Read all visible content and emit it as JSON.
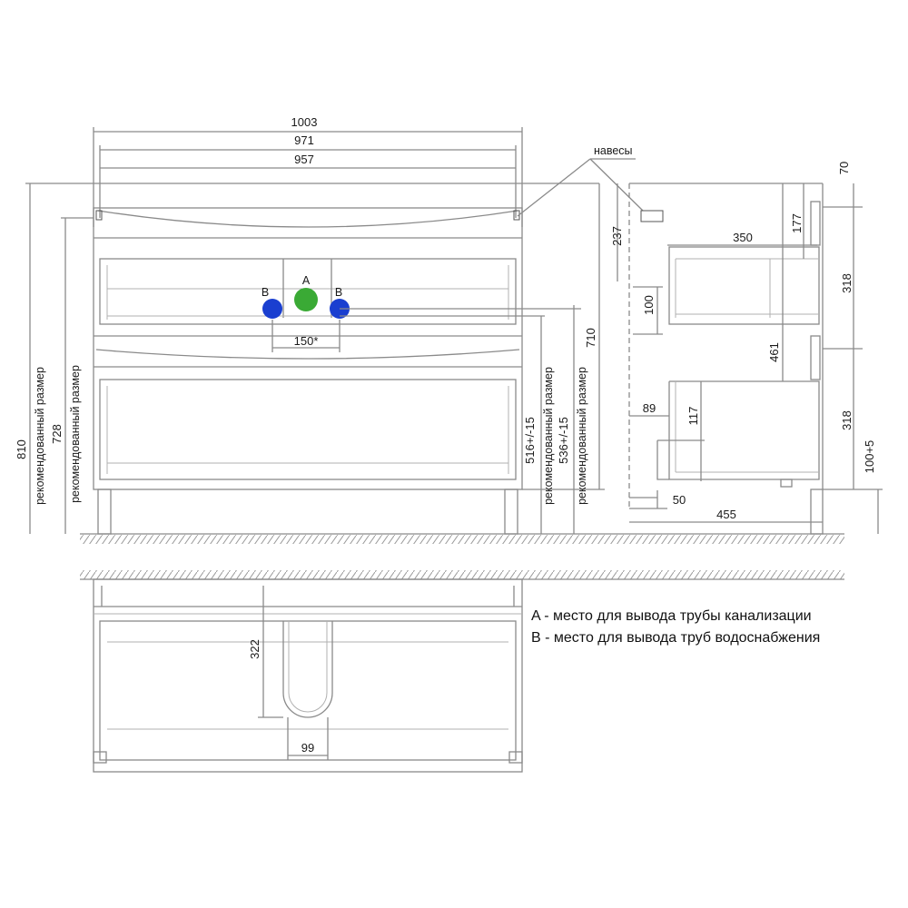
{
  "front_dims": {
    "width_total": "1003",
    "width_mid": "971",
    "width_inner": "957",
    "height_810": "810",
    "height_728": "728",
    "recommended_label": "рекомендованный размер",
    "height_710": "710",
    "dim_516": "516+/-15",
    "dim_536": "536+/-15",
    "spacing_150": "150*"
  },
  "markers": {
    "a_label": "A",
    "b_label": "B",
    "a_color": "#3aaa35",
    "b_color": "#1a3fd0"
  },
  "side_dims": {
    "hinges_label": "навесы",
    "d70": "70",
    "d177": "177",
    "d350": "350",
    "d237": "237",
    "d318_top": "318",
    "d100": "100",
    "d461": "461",
    "d89": "89",
    "d117": "117",
    "d318_bottom": "318",
    "d100_5": "100+5",
    "d50": "50",
    "d455": "455"
  },
  "plan_dims": {
    "d322": "322",
    "d99": "99"
  },
  "legend": {
    "line_a": "A - место для вывода трубы канализации",
    "line_b": "B - место для вывода труб водоснабжения"
  }
}
